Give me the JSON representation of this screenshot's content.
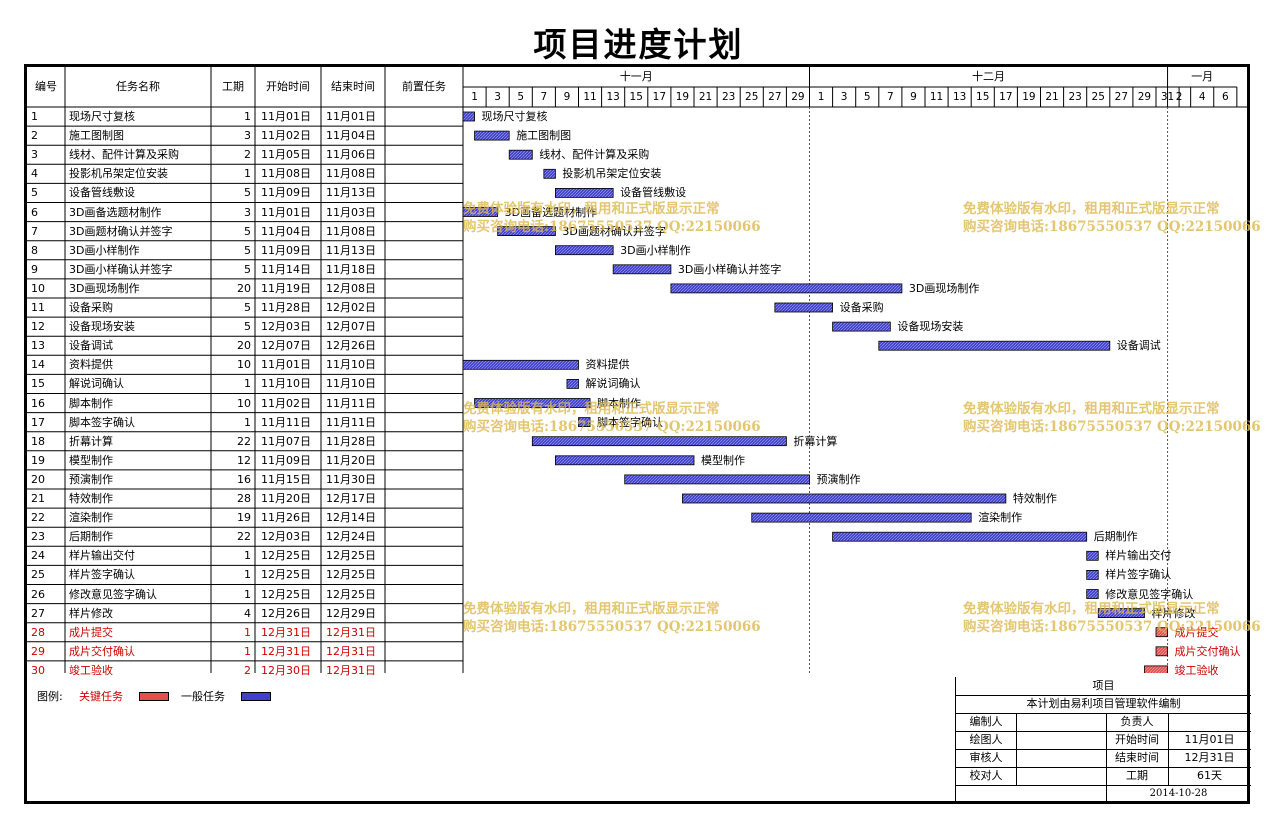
{
  "title": "项目进度计划",
  "table_headers": {
    "id": "编号",
    "name": "任务名称",
    "duration": "工期",
    "start": "开始时间",
    "end": "结束时间",
    "pred": "前置任务"
  },
  "months": [
    {
      "label": "十一月",
      "days": 30
    },
    {
      "label": "十二月",
      "days": 31
    },
    {
      "label": "一月",
      "days": 6
    }
  ],
  "day_labels": [
    "1",
    "3",
    "5",
    "7",
    "9",
    "11",
    "13",
    "15",
    "17",
    "19",
    "21",
    "23",
    "25",
    "27",
    "29",
    "1",
    "3",
    "5",
    "7",
    "9",
    "11",
    "13",
    "15",
    "17",
    "19",
    "21",
    "23",
    "25",
    "27",
    "29",
    "31",
    "2",
    "4",
    "6"
  ],
  "colors": {
    "critical": "#e05050",
    "normal": "#4040c8",
    "critical_text": "#d00000",
    "watermark": "#ddb84d"
  },
  "tasks": [
    {
      "id": "1",
      "name": "现场尺寸复核",
      "duration": "1",
      "start": "11月01日",
      "end": "11月01日",
      "s": 1,
      "e": 1,
      "critical": false
    },
    {
      "id": "2",
      "name": "施工图制图",
      "duration": "3",
      "start": "11月02日",
      "end": "11月04日",
      "s": 2,
      "e": 4,
      "critical": false
    },
    {
      "id": "3",
      "name": "线材、配件计算及采购",
      "duration": "2",
      "start": "11月05日",
      "end": "11月06日",
      "s": 5,
      "e": 6,
      "critical": false
    },
    {
      "id": "4",
      "name": "投影机吊架定位安装",
      "duration": "1",
      "start": "11月08日",
      "end": "11月08日",
      "s": 8,
      "e": 8,
      "critical": false
    },
    {
      "id": "5",
      "name": "设备管线敷设",
      "duration": "5",
      "start": "11月09日",
      "end": "11月13日",
      "s": 9,
      "e": 13,
      "critical": false
    },
    {
      "id": "6",
      "name": "3D画备选题材制作",
      "duration": "3",
      "start": "11月01日",
      "end": "11月03日",
      "s": 1,
      "e": 3,
      "critical": false
    },
    {
      "id": "7",
      "name": "3D画题材确认并签字",
      "duration": "5",
      "start": "11月04日",
      "end": "11月08日",
      "s": 4,
      "e": 8,
      "critical": false
    },
    {
      "id": "8",
      "name": "3D画小样制作",
      "duration": "5",
      "start": "11月09日",
      "end": "11月13日",
      "s": 9,
      "e": 13,
      "critical": false
    },
    {
      "id": "9",
      "name": "3D画小样确认并签字",
      "duration": "5",
      "start": "11月14日",
      "end": "11月18日",
      "s": 14,
      "e": 18,
      "critical": false
    },
    {
      "id": "10",
      "name": "3D画现场制作",
      "duration": "20",
      "start": "11月19日",
      "end": "12月08日",
      "s": 19,
      "e": 38,
      "critical": false
    },
    {
      "id": "11",
      "name": "设备采购",
      "duration": "5",
      "start": "11月28日",
      "end": "12月02日",
      "s": 28,
      "e": 32,
      "critical": false
    },
    {
      "id": "12",
      "name": "设备现场安装",
      "duration": "5",
      "start": "12月03日",
      "end": "12月07日",
      "s": 33,
      "e": 37,
      "critical": false
    },
    {
      "id": "13",
      "name": "设备调试",
      "duration": "20",
      "start": "12月07日",
      "end": "12月26日",
      "s": 37,
      "e": 56,
      "critical": false
    },
    {
      "id": "14",
      "name": "资料提供",
      "duration": "10",
      "start": "11月01日",
      "end": "11月10日",
      "s": 1,
      "e": 10,
      "critical": false
    },
    {
      "id": "15",
      "name": "解说词确认",
      "duration": "1",
      "start": "11月10日",
      "end": "11月10日",
      "s": 10,
      "e": 10,
      "critical": false
    },
    {
      "id": "16",
      "name": "脚本制作",
      "duration": "10",
      "start": "11月02日",
      "end": "11月11日",
      "s": 2,
      "e": 11,
      "critical": false
    },
    {
      "id": "17",
      "name": "脚本签字确认",
      "duration": "1",
      "start": "11月11日",
      "end": "11月11日",
      "s": 11,
      "e": 11,
      "critical": false
    },
    {
      "id": "18",
      "name": "折幕计算",
      "duration": "22",
      "start": "11月07日",
      "end": "11月28日",
      "s": 7,
      "e": 28,
      "critical": false
    },
    {
      "id": "19",
      "name": "模型制作",
      "duration": "12",
      "start": "11月09日",
      "end": "11月20日",
      "s": 9,
      "e": 20,
      "critical": false
    },
    {
      "id": "20",
      "name": "预演制作",
      "duration": "16",
      "start": "11月15日",
      "end": "11月30日",
      "s": 15,
      "e": 30,
      "critical": false
    },
    {
      "id": "21",
      "name": "特效制作",
      "duration": "28",
      "start": "11月20日",
      "end": "12月17日",
      "s": 20,
      "e": 47,
      "critical": false
    },
    {
      "id": "22",
      "name": "渲染制作",
      "duration": "19",
      "start": "11月26日",
      "end": "12月14日",
      "s": 26,
      "e": 44,
      "critical": false
    },
    {
      "id": "23",
      "name": "后期制作",
      "duration": "22",
      "start": "12月03日",
      "end": "12月24日",
      "s": 33,
      "e": 54,
      "critical": false
    },
    {
      "id": "24",
      "name": "样片输出交付",
      "duration": "1",
      "start": "12月25日",
      "end": "12月25日",
      "s": 55,
      "e": 55,
      "critical": false
    },
    {
      "id": "25",
      "name": "样片签字确认",
      "duration": "1",
      "start": "12月25日",
      "end": "12月25日",
      "s": 55,
      "e": 55,
      "critical": false
    },
    {
      "id": "26",
      "name": "修改意见签字确认",
      "duration": "1",
      "start": "12月25日",
      "end": "12月25日",
      "s": 55,
      "e": 55,
      "critical": false
    },
    {
      "id": "27",
      "name": "样片修改",
      "duration": "4",
      "start": "12月26日",
      "end": "12月29日",
      "s": 56,
      "e": 59,
      "critical": false
    },
    {
      "id": "28",
      "name": "成片提交",
      "duration": "1",
      "start": "12月31日",
      "end": "12月31日",
      "s": 61,
      "e": 61,
      "critical": true
    },
    {
      "id": "29",
      "name": "成片交付确认",
      "duration": "1",
      "start": "12月31日",
      "end": "12月31日",
      "s": 61,
      "e": 61,
      "critical": true
    },
    {
      "id": "30",
      "name": "竣工验收",
      "duration": "2",
      "start": "12月30日",
      "end": "12月31日",
      "s": 60,
      "e": 61,
      "critical": true
    }
  ],
  "legend": {
    "label": "图例:",
    "critical": "关键任务",
    "normal": "一般任务"
  },
  "watermark": {
    "line1": "免费体验版有水印，租用和正式版显示正常",
    "line2": "购买咨询电话:18675550537 QQ:22150066"
  },
  "info_box": {
    "project": "项目",
    "note": "本计划由易利项目管理软件编制",
    "editor": "编制人",
    "owner": "负责人",
    "drawer": "绘图人",
    "start_label": "开始时间",
    "start_value": "11月01日",
    "reviewer": "审核人",
    "end_label": "结束时间",
    "end_value": "12月31日",
    "checker": "校对人",
    "duration_label": "工期",
    "duration_value": "61天",
    "date": "2014-10-28"
  }
}
